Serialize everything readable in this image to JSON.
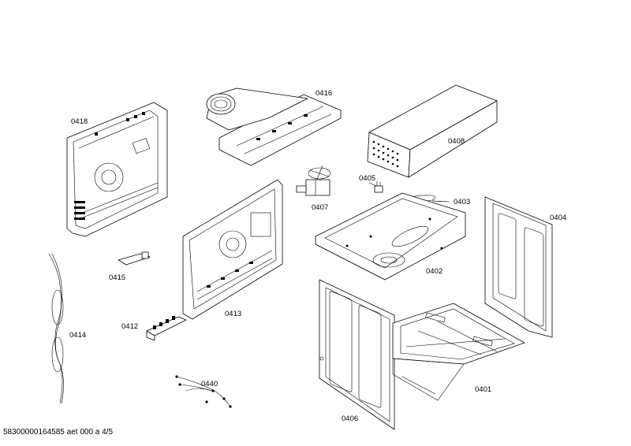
{
  "labels": {
    "p0418": "0418",
    "p0416": "0416",
    "p0408": "0408",
    "p0405": "0405",
    "p0403": "0403",
    "p0407": "0407",
    "p0404": "0404",
    "p0415": "0415",
    "p0402": "0402",
    "p0413": "0413",
    "p0412": "0412",
    "p0414": "0414",
    "p0440": "0440",
    "p0401": "0401",
    "p0406": "0406"
  },
  "footer": "58300000164585 aet 000 a 4/5"
}
